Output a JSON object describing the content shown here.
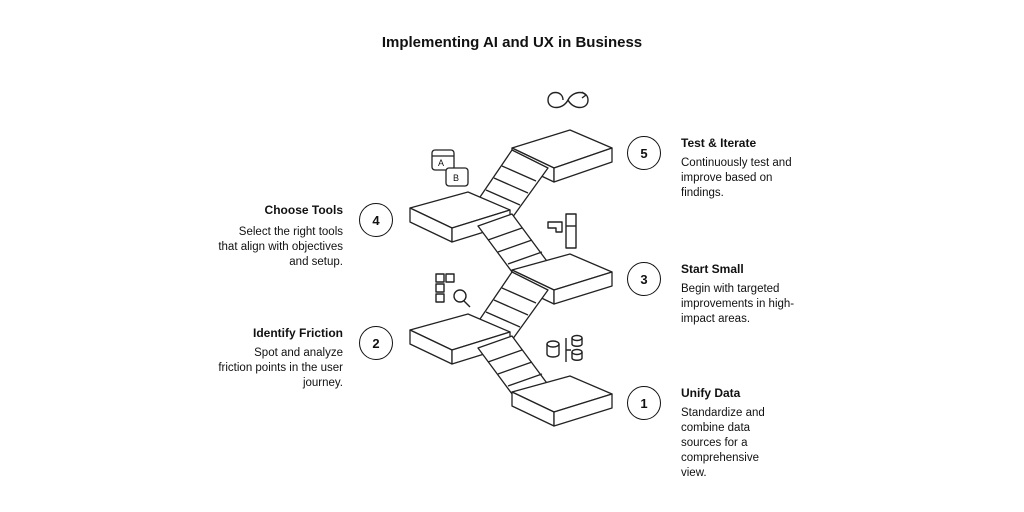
{
  "title": "Implementing AI and UX in Business",
  "steps": [
    {
      "number": "1",
      "title": "Unify Data",
      "description": "Standardize and combine data sources for a comprehensive view."
    },
    {
      "number": "2",
      "title": "Identify Friction",
      "description": "Spot and analyze friction points in the user journey."
    },
    {
      "number": "3",
      "title": "Start Small",
      "description": "Begin with targeted improvements in high-impact areas."
    },
    {
      "number": "4",
      "title": "Choose Tools",
      "description": "Select the right tools that align with objectives and setup."
    },
    {
      "number": "5",
      "title": "Test & Iterate",
      "description": "Continuously test and improve based on findings."
    }
  ],
  "icons": {
    "step1": "database-icon",
    "step2": "grid-search-icon",
    "step3": "tools-icon",
    "step4": "ab-test-icon",
    "step5": "infinity-loop-icon"
  },
  "ab_icon": {
    "a": "A",
    "b": "B"
  }
}
